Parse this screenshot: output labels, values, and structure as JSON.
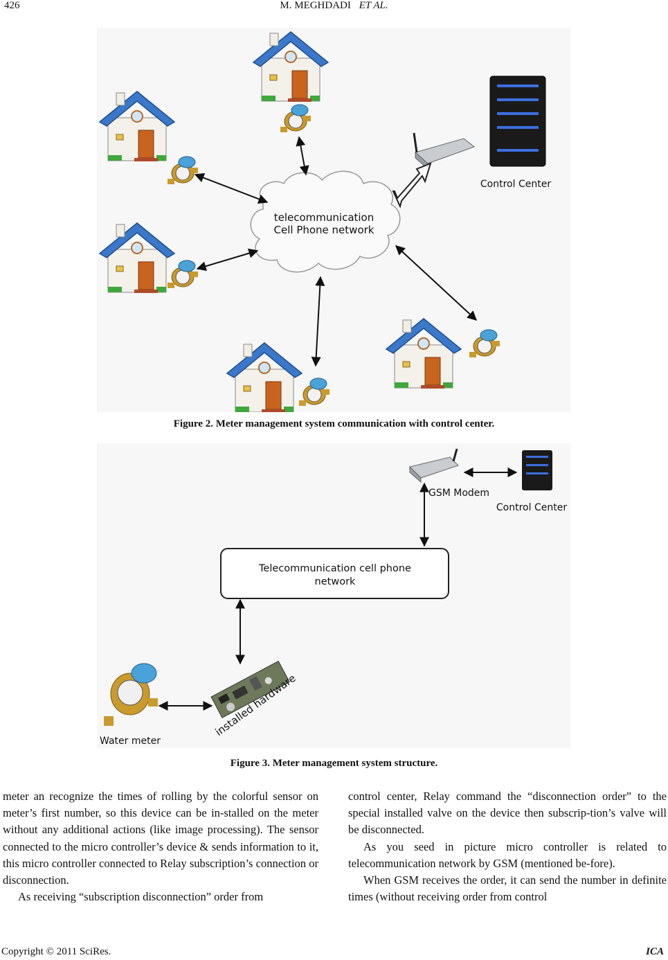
{
  "header": {
    "page_number": "426",
    "authors": "M. MEGHDADI",
    "et_al": "ET AL."
  },
  "figure2": {
    "cloud_line1": "telecommunication",
    "cloud_line2": "Cell Phone network",
    "control_center_label": "Control Center",
    "caption": "Figure 2. Meter management system communication with control center."
  },
  "figure3": {
    "gsm_label": "GSM Modem",
    "control_center_label": "Control Center",
    "network_line1": "Telecommunication cell phone",
    "network_line2": "network",
    "hardware_label": "installed hardware",
    "water_meter_label": "Water meter",
    "caption": "Figure 3. Meter management system structure."
  },
  "body": {
    "left_p1": "meter an recognize the times of rolling by the colorful sensor on meter’s first number, so this device can be in-stalled on the meter without any additional actions (like image processing). The sensor connected to the micro controller’s device & sends information to it, this micro controller connected to Relay subscription’s connection or disconnection.",
    "left_p2": "As receiving “subscription disconnection” order from",
    "right_p1": "control center, Relay command the “disconnection order” to the special installed valve on the device then subscrip-tion’s valve will be disconnected.",
    "right_p2": "As you seed in picture micro controller is related to telecommunication network by GSM (mentioned be-fore).",
    "right_p3": "When GSM receives the order, it can send the number in definite times (without receiving order from control"
  },
  "footer": {
    "copyright": "Copyright © 2011 SciRes.",
    "journal": "ICA"
  }
}
